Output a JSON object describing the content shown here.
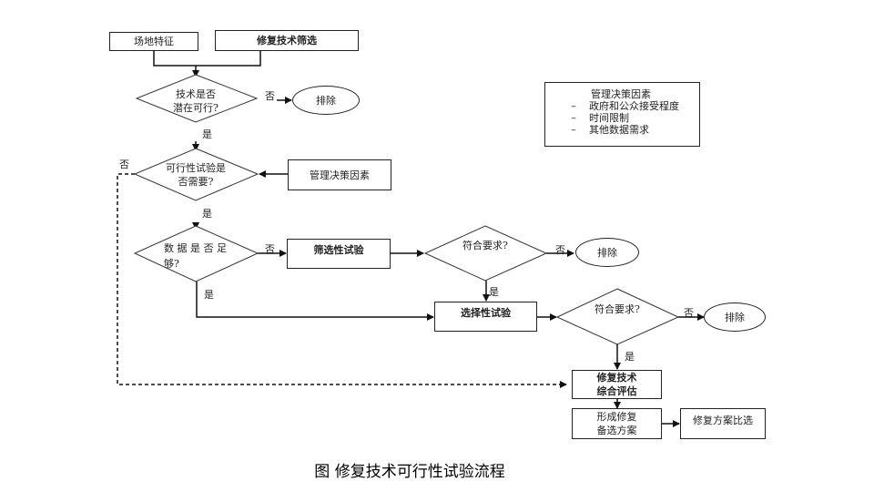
{
  "diagram": {
    "caption": "图  修复技术可行性试验流程",
    "inputs": {
      "site": "场地特征",
      "screening": "修复技术筛选"
    },
    "decision1": {
      "line1": "技术是否",
      "line2": "潜在可行?",
      "no": "否",
      "yes": "是"
    },
    "exclude": "排除",
    "decision2": {
      "line1": "可行性试验是",
      "line2": "否需要?",
      "no": "否",
      "yes": "是"
    },
    "mgmt_box": "管理决策因素",
    "note": {
      "title": "管理决策因素",
      "items": [
        {
          "bullet": "–",
          "text": "政府和公众接受程度"
        },
        {
          "bullet": "–",
          "text": "时间限制"
        },
        {
          "bullet": "–",
          "text": "其他数据需求"
        }
      ]
    },
    "decision3": {
      "line1": "数 据 是 否 足",
      "line2": "够?",
      "no": "否",
      "yes": "是"
    },
    "screening_test": "筛选性试验",
    "decision4": {
      "text": "符合要求?",
      "no": "否",
      "yes": "是"
    },
    "selective_test": "选择性试验",
    "decision5": {
      "text": "符合要求?",
      "no": "否",
      "yes": "是"
    },
    "eval": {
      "line1": "修复技术",
      "line2": "综合评估"
    },
    "form": {
      "line1": "形成修复",
      "line2": "备选方案"
    },
    "compare": "修复方案比选"
  }
}
